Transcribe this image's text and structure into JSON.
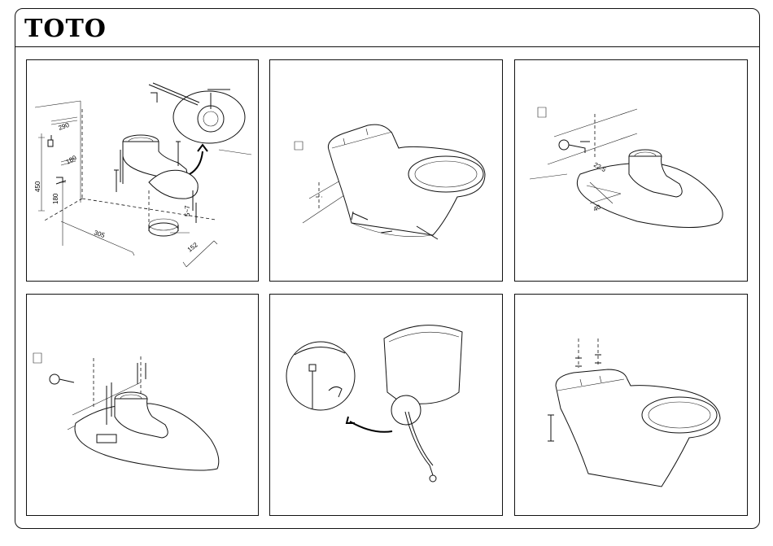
{
  "header": {
    "brand": "TOTO"
  },
  "panels": {
    "p1": {
      "dimensions": {
        "d290": "290",
        "d180a": "180",
        "d450": "450",
        "d180b": "180",
        "d305": "305",
        "d152": "152",
        "d57": "5~7"
      }
    },
    "p3": {
      "dimensions": {
        "d225": "22.5",
        "d40": "40"
      }
    }
  }
}
